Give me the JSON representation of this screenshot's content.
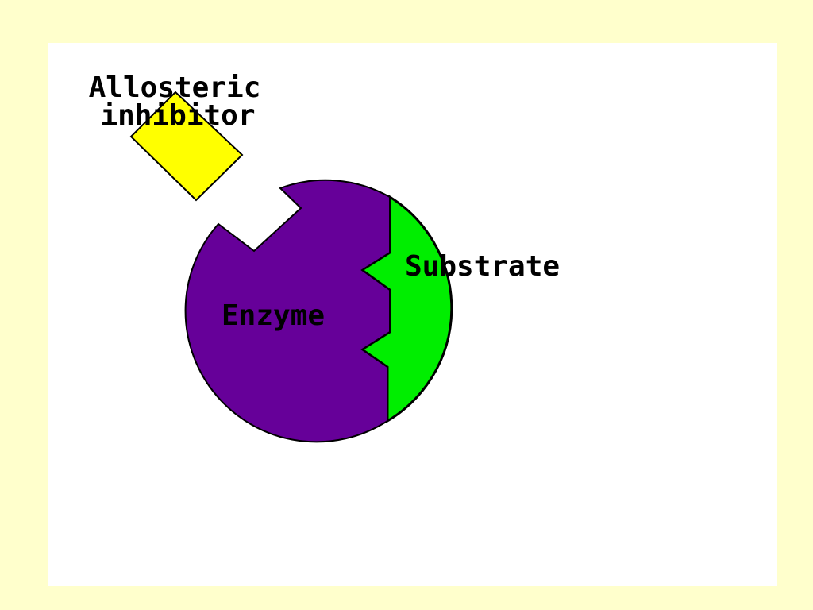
{
  "labels": {
    "inhibitor_line1": "Allosteric",
    "inhibitor_line2": "inhibitor",
    "substrate": "Substrate",
    "enzyme": "Enzyme"
  },
  "colors": {
    "background": "#ffffcc",
    "panel": "#ffffff",
    "enzyme": "#660099",
    "substrate": "#00ee00",
    "inhibitor": "#ffff00",
    "outline": "#000000"
  }
}
